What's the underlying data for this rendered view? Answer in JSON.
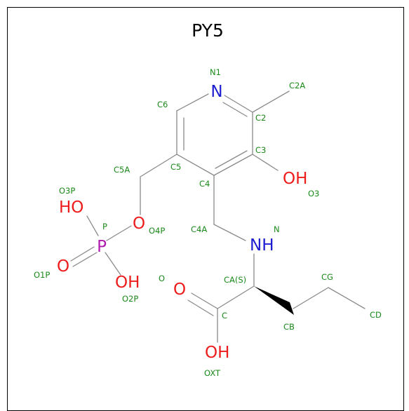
{
  "title": "PY5",
  "colors": {
    "bond": "#8a8a8a",
    "atom_label": "#1a8a1a",
    "nitrogen": "#1c1cd0",
    "oxygen": "#ee1c1c",
    "phosphorus": "#b01cb0",
    "frame": "#000000"
  },
  "element_symbols": {
    "N1": "N",
    "O3": "OH",
    "O3P": "HO",
    "P": "P",
    "O4P": "O",
    "O1P": "O",
    "O2P": "OH",
    "N": "NH",
    "O": "O",
    "OXT": "OH"
  },
  "atom_names": {
    "N1": "N1",
    "C2A": "C2A",
    "C6": "C6",
    "C2": "C2",
    "C3": "C3",
    "C5A": "C5A",
    "C5": "C5",
    "C4": "C4",
    "O3": "O3",
    "O3P": "O3P",
    "P": "P",
    "O4P": "O4P",
    "C4A": "C4A",
    "N": "N",
    "O1P": "O1P",
    "O2P": "O2P",
    "O": "O",
    "CA": "CA(S)",
    "CG": "CG",
    "C": "C",
    "CB": "CB",
    "CD": "CD",
    "OXT": "OXT"
  }
}
